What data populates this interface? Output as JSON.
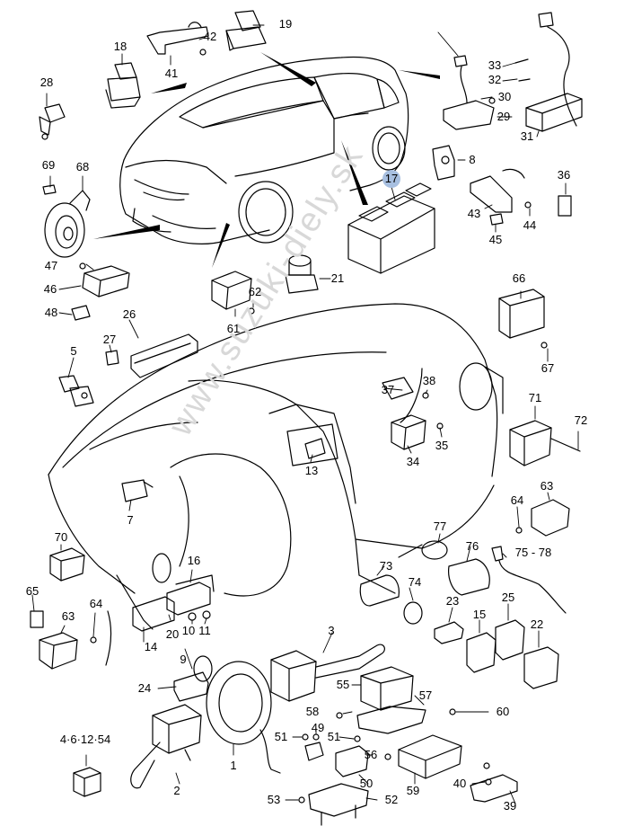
{
  "watermark": "www.suzuki-diely.sk",
  "callouts": [
    {
      "id": "c1",
      "text": "1"
    },
    {
      "id": "c2",
      "text": "2"
    },
    {
      "id": "c3",
      "text": "3"
    },
    {
      "id": "c4",
      "text": "4·6·12·54"
    },
    {
      "id": "c5",
      "text": "5"
    },
    {
      "id": "c7",
      "text": "7"
    },
    {
      "id": "c8",
      "text": "8"
    },
    {
      "id": "c9",
      "text": "9"
    },
    {
      "id": "c10",
      "text": "10"
    },
    {
      "id": "c11",
      "text": "11"
    },
    {
      "id": "c13",
      "text": "13"
    },
    {
      "id": "c14",
      "text": "14"
    },
    {
      "id": "c15",
      "text": "15"
    },
    {
      "id": "c16",
      "text": "16"
    },
    {
      "id": "c17",
      "text": "17"
    },
    {
      "id": "c18",
      "text": "18"
    },
    {
      "id": "c19",
      "text": "19"
    },
    {
      "id": "c20",
      "text": "20"
    },
    {
      "id": "c21",
      "text": "21"
    },
    {
      "id": "c22",
      "text": "22"
    },
    {
      "id": "c23",
      "text": "23"
    },
    {
      "id": "c24",
      "text": "24"
    },
    {
      "id": "c25",
      "text": "25"
    },
    {
      "id": "c26",
      "text": "26"
    },
    {
      "id": "c27",
      "text": "27"
    },
    {
      "id": "c28",
      "text": "28"
    },
    {
      "id": "c29",
      "text": "29"
    },
    {
      "id": "c30",
      "text": "30"
    },
    {
      "id": "c31",
      "text": "31"
    },
    {
      "id": "c32",
      "text": "32"
    },
    {
      "id": "c33",
      "text": "33"
    },
    {
      "id": "c34",
      "text": "34"
    },
    {
      "id": "c35",
      "text": "35"
    },
    {
      "id": "c36",
      "text": "36"
    },
    {
      "id": "c37",
      "text": "37"
    },
    {
      "id": "c38",
      "text": "38"
    },
    {
      "id": "c39",
      "text": "39"
    },
    {
      "id": "c40",
      "text": "40"
    },
    {
      "id": "c41",
      "text": "41"
    },
    {
      "id": "c42",
      "text": "42"
    },
    {
      "id": "c43",
      "text": "43"
    },
    {
      "id": "c44",
      "text": "44"
    },
    {
      "id": "c45",
      "text": "45"
    },
    {
      "id": "c46",
      "text": "46"
    },
    {
      "id": "c47",
      "text": "47"
    },
    {
      "id": "c48",
      "text": "48"
    },
    {
      "id": "c49",
      "text": "49"
    },
    {
      "id": "c50",
      "text": "50"
    },
    {
      "id": "c51a",
      "text": "51"
    },
    {
      "id": "c51b",
      "text": "51"
    },
    {
      "id": "c52",
      "text": "52"
    },
    {
      "id": "c53",
      "text": "53"
    },
    {
      "id": "c55",
      "text": "55"
    },
    {
      "id": "c56",
      "text": "56"
    },
    {
      "id": "c57",
      "text": "57"
    },
    {
      "id": "c58",
      "text": "58"
    },
    {
      "id": "c59",
      "text": "59"
    },
    {
      "id": "c60",
      "text": "60"
    },
    {
      "id": "c61",
      "text": "61"
    },
    {
      "id": "c62",
      "text": "62"
    },
    {
      "id": "c63a",
      "text": "63"
    },
    {
      "id": "c63b",
      "text": "63"
    },
    {
      "id": "c64a",
      "text": "64"
    },
    {
      "id": "c64b",
      "text": "64"
    },
    {
      "id": "c65",
      "text": "65"
    },
    {
      "id": "c66",
      "text": "66"
    },
    {
      "id": "c67",
      "text": "67"
    },
    {
      "id": "c68",
      "text": "68"
    },
    {
      "id": "c69",
      "text": "69"
    },
    {
      "id": "c70",
      "text": "70"
    },
    {
      "id": "c71",
      "text": "71"
    },
    {
      "id": "c72",
      "text": "72"
    },
    {
      "id": "c73",
      "text": "73"
    },
    {
      "id": "c74",
      "text": "74"
    },
    {
      "id": "c75",
      "text": "75 - 78"
    },
    {
      "id": "c76",
      "text": "76"
    },
    {
      "id": "c77",
      "text": "77"
    }
  ],
  "highlight_color": "#a7bfe0"
}
